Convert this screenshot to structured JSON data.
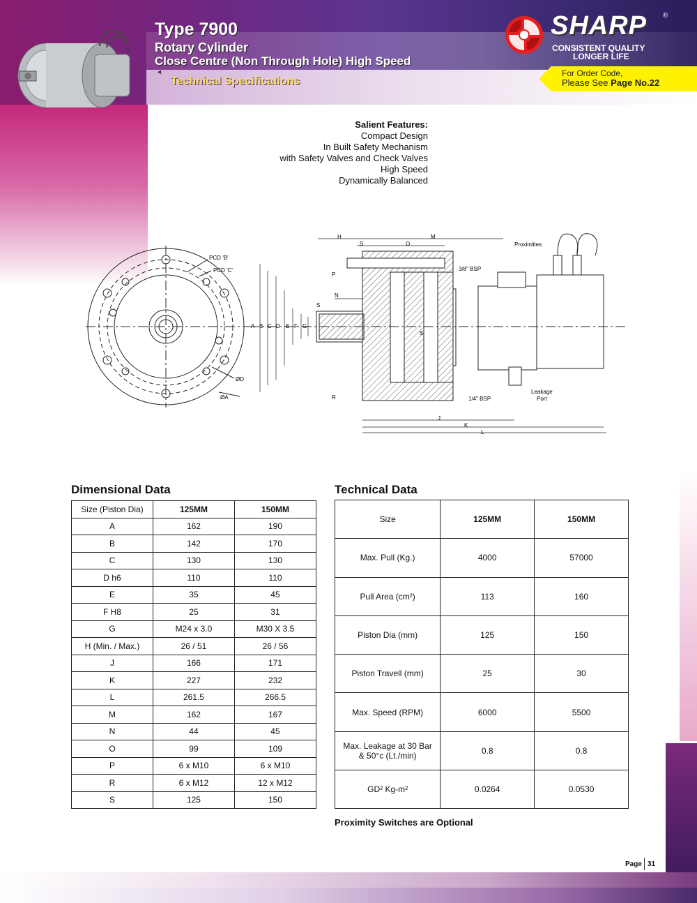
{
  "header": {
    "title": "Type 7900",
    "subtitle": "Rotary Cylinder",
    "subtitle2": "Close Centre (Non Through Hole) High Speed",
    "section": "Technical Specifications",
    "brand": "SHARP",
    "brand_mark": "®",
    "tagline1": "CONSISTENT QUALITY",
    "tagline2": "LONGER LIFE",
    "order_line1": "For Order Code,",
    "order_line2_prefix": "Please See ",
    "order_line2_page": "Page No.22",
    "accent_color": "#fff200",
    "brand_color": "#e62020"
  },
  "features": {
    "heading": "Salient Features:",
    "items": [
      "Compact Design",
      "In Built Safety Mechanism",
      "with Safety Valves and Check Valves",
      "High Speed",
      "Dynamically Balanced"
    ]
  },
  "drawing_labels": {
    "pcd_b": "PCD 'B'",
    "pcd_c": "PCD 'C'",
    "od": "ØD",
    "oa": "ØA",
    "h": "H",
    "m": "M",
    "s_top": "S",
    "o": "O",
    "p": "P",
    "n": "N",
    "s_mid": "S",
    "r": "R",
    "a": "A",
    "b": "B",
    "c": "C",
    "d": "D",
    "e": "E",
    "f": "F",
    "g": "G",
    "s_v": "S",
    "bsp38": "3/8\" BSP",
    "bsp14": "1/4\" BSP",
    "proximities": "Proximities",
    "leakage1": "Leakage",
    "leakage2": "Port",
    "j": "J",
    "k": "K",
    "l": "L"
  },
  "dimensional": {
    "title": "Dimensional Data",
    "headers": [
      "Size (Piston Dia)",
      "125MM",
      "150MM"
    ],
    "rows": [
      [
        "A",
        "162",
        "190"
      ],
      [
        "B",
        "142",
        "170"
      ],
      [
        "C",
        "130",
        "130"
      ],
      [
        "D h6",
        "110",
        "110"
      ],
      [
        "E",
        "35",
        "45"
      ],
      [
        "F H8",
        "25",
        "31"
      ],
      [
        "G",
        "M24 x 3.0",
        "M30 X 3.5"
      ],
      [
        "H (Min. / Max.)",
        "26 / 51",
        "26 / 56"
      ],
      [
        "J",
        "166",
        "171"
      ],
      [
        "K",
        "227",
        "232"
      ],
      [
        "L",
        "261.5",
        "266.5"
      ],
      [
        "M",
        "162",
        "167"
      ],
      [
        "N",
        "44",
        "45"
      ],
      [
        "O",
        "99",
        "109"
      ],
      [
        "P",
        "6 x M10",
        "6 x M10"
      ],
      [
        "R",
        "6 x M12",
        "12 x M12"
      ],
      [
        "S",
        "125",
        "150"
      ]
    ]
  },
  "technical": {
    "title": "Technical Data",
    "headers": [
      "Size",
      "125MM",
      "150MM"
    ],
    "rows": [
      [
        "Max. Pull (Kg.)",
        "4000",
        "57000"
      ],
      [
        "Pull Area (cm²)",
        "113",
        "160"
      ],
      [
        "Piston Dia (mm)",
        "125",
        "150"
      ],
      [
        "Piston Travell (mm)",
        "25",
        "30"
      ],
      [
        "Max. Speed (RPM)",
        "6000",
        "5500"
      ],
      [
        "Max. Leakage at 30 Bar & 50°c (Lt./min)",
        "0.8",
        "0.8"
      ],
      [
        "GD² Kg-m²",
        "0.0264",
        "0.0530"
      ]
    ],
    "note": "Proximity Switches are Optional"
  },
  "footer": {
    "page_label": "Page",
    "page_number": "31"
  }
}
